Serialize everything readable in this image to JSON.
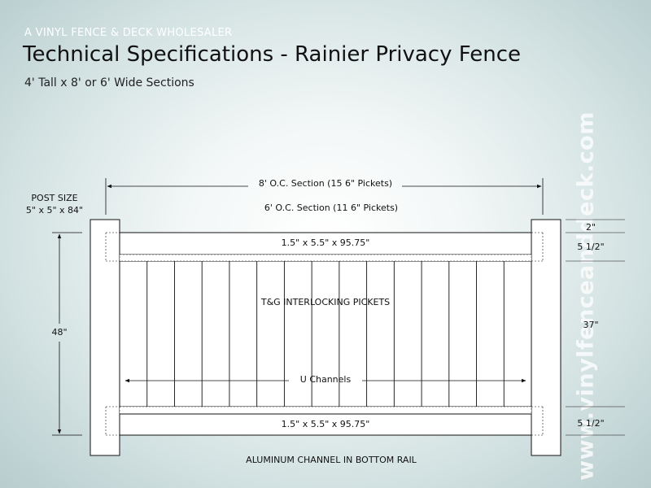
{
  "header": {
    "brand": "A VINYL FENCE & DECK WHOLESALER",
    "title": "Technical Specifications - Rainier Privacy Fence",
    "subtitle": "4' Tall x 8' or 6' Wide Sections"
  },
  "diagram": {
    "section_8": "8' O.C. Section (15  6\" Pickets)",
    "section_6": "6' O.C. Section (11  6\" Pickets)",
    "post_size_label": "POST SIZE",
    "post_size_value": "5\" x 5\" x 84\"",
    "height": "48\"",
    "top_rail": "1.5\" x 5.5\" x 95.75\"",
    "bottom_rail": "1.5\" x 5.5\" x 95.75\"",
    "pickets": "T&G INTERLOCKING PICKETS",
    "u_channels": "U Channels",
    "bottom_note": "ALUMINUM CHANNEL IN BOTTOM RAIL",
    "dims": {
      "top_gap": "2\"",
      "top_rail": "5 1/2\"",
      "picket_span": "37\"",
      "bottom_rail": "5 1/2\""
    }
  },
  "watermark": "www.vinylfenceanddeck.com"
}
